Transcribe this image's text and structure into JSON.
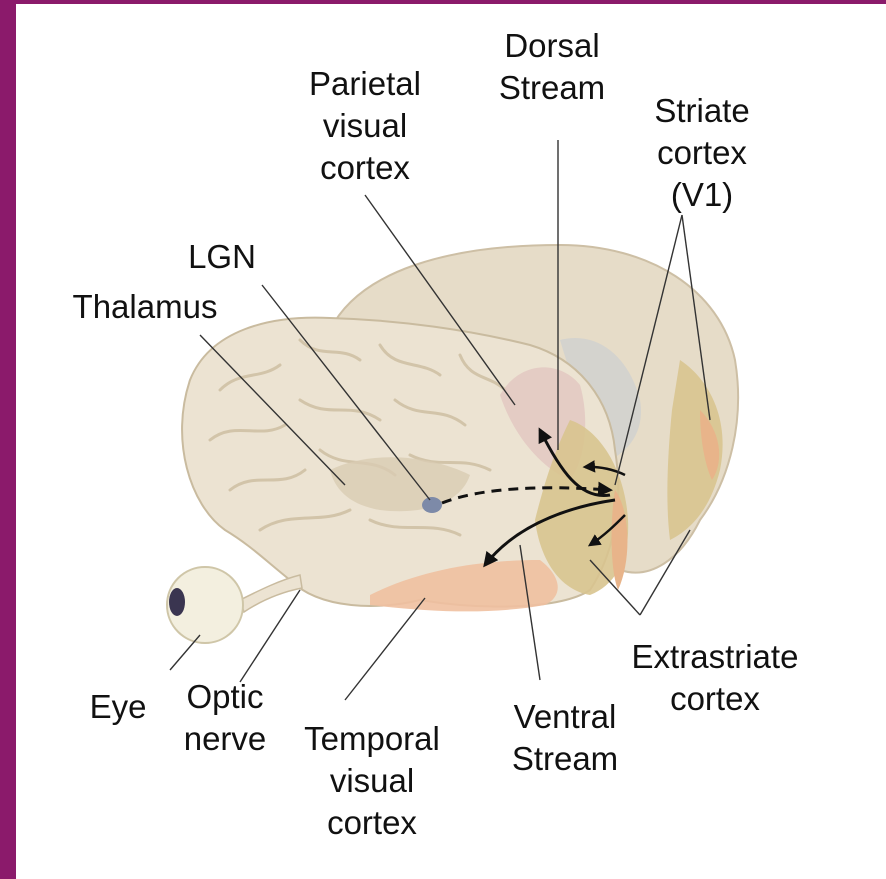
{
  "labels": {
    "parietal_1": "Parietal",
    "parietal_2": "visual",
    "parietal_3": "cortex",
    "dorsal_1": "Dorsal",
    "dorsal_2": "Stream",
    "striate_1": "Striate",
    "striate_2": "cortex",
    "striate_3": "(V1)",
    "lgn": "LGN",
    "thalamus": "Thalamus",
    "extrastriate_1": "Extrastriate",
    "extrastriate_2": "cortex",
    "eye": "Eye",
    "optic_1": "Optic",
    "optic_2": "nerve",
    "temporal_1": "Temporal",
    "temporal_2": "visual",
    "temporal_3": "cortex",
    "ventral_1": "Ventral",
    "ventral_2": "Stream"
  },
  "colors": {
    "frame": "#8b1a6b",
    "brain": "#ece3d2",
    "brain_shadow": "#d9ccb3",
    "parietal": "#e2c4bf",
    "extrastriate": "#d8c48f",
    "striate": "#e8b48a",
    "temporal": "#efc0a0",
    "lgn": "#7d8aa8",
    "arrows": "#111111"
  }
}
